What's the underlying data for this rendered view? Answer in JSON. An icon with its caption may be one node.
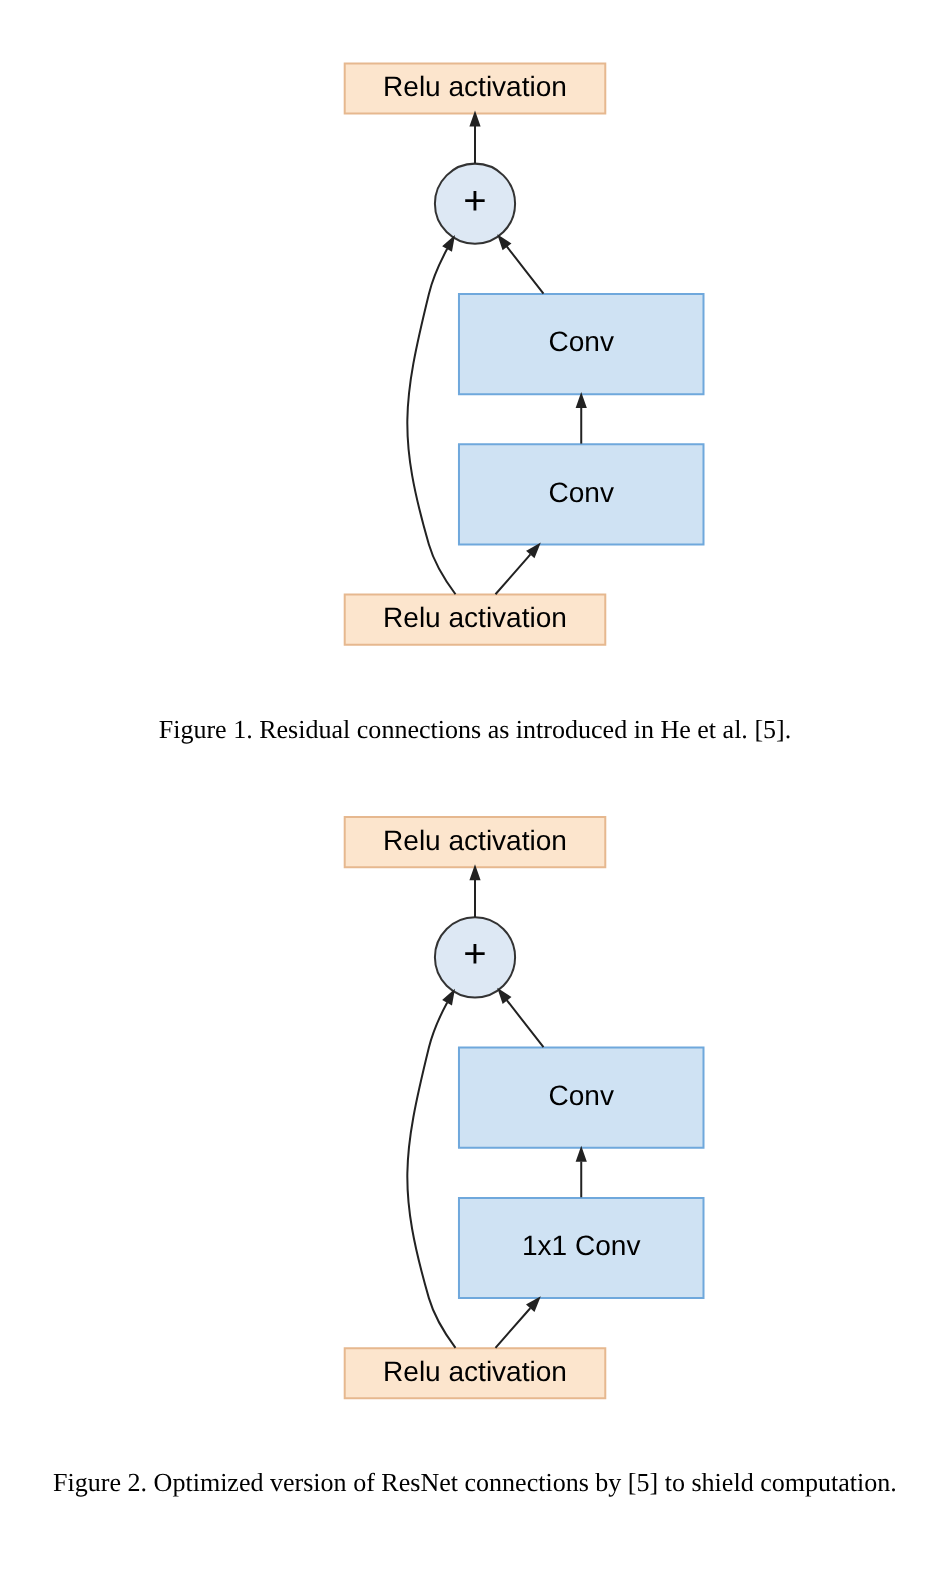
{
  "diagram": {
    "nodes": [
      {
        "text": [
          "Relu activation"
        ]
      },
      {
        "text": [
          "+"
        ]
      },
      {
        "text": [
          "Conv"
        ]
      },
      {
        "text": [
          "Conv"
        ]
      },
      {
        "text": [
          "Relu activation"
        ]
      },
      {
        "text": [
          "Relu activation"
        ]
      },
      {
        "text": [
          "+"
        ]
      },
      {
        "text": [
          "Conv"
        ]
      },
      {
        "text": [
          "1x1 Conv"
        ]
      },
      {
        "text": [
          "Relu activation"
        ]
      }
    ],
    "edges": [
      {
        "from": 4,
        "to": 3,
        "arrow": "to"
      },
      {
        "from": 3,
        "to": 2,
        "arrow": "to"
      },
      {
        "from": 2,
        "to": 1,
        "arrow": "to"
      },
      {
        "from": 4,
        "to": 1,
        "arrow": "to"
      },
      {
        "from": 1,
        "to": 0,
        "arrow": "to"
      },
      {
        "from": 9,
        "to": 8,
        "arrow": "to"
      },
      {
        "from": 8,
        "to": 7,
        "arrow": "to"
      },
      {
        "from": 7,
        "to": 6,
        "arrow": "to"
      },
      {
        "from": 9,
        "to": 6,
        "arrow": "to"
      },
      {
        "from": 6,
        "to": 5,
        "arrow": "to"
      }
    ],
    "labels": [
      "Figure 1. Residual connections as introduced in He et al. [5].",
      "Figure 2. Optimized version of ResNet connections by [5] to shield computation."
    ]
  }
}
